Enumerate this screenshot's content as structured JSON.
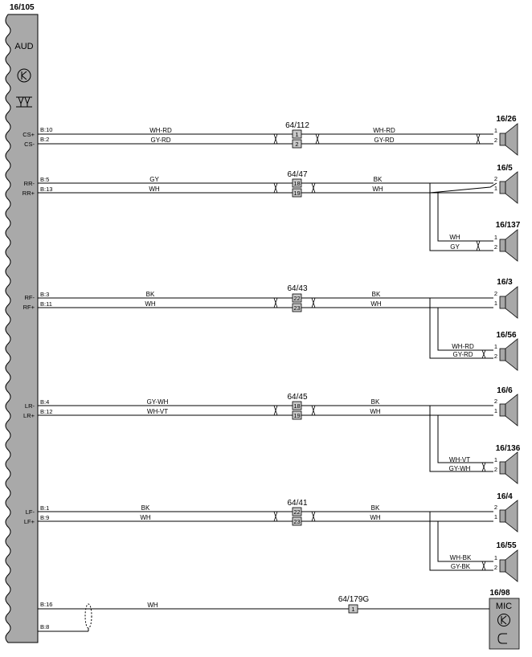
{
  "module": {
    "ref": "16/105",
    "name": "AUD",
    "signals": [
      "CS+",
      "CS-",
      "RR-",
      "RR+",
      "RF-",
      "RF+",
      "LR-",
      "LR+",
      "LF-",
      "LF+"
    ],
    "pins": [
      "B:10",
      "B:2",
      "B:5",
      "B:13",
      "B:3",
      "B:11",
      "B:4",
      "B:12",
      "B:1",
      "B:9",
      "B:16",
      "B:8"
    ]
  },
  "connectors": [
    {
      "ref": "64/112",
      "pins": [
        "1",
        "2"
      ]
    },
    {
      "ref": "64/47",
      "pins": [
        "18",
        "19"
      ]
    },
    {
      "ref": "64/43",
      "pins": [
        "22",
        "23"
      ]
    },
    {
      "ref": "64/45",
      "pins": [
        "18",
        "19"
      ]
    },
    {
      "ref": "64/41",
      "pins": [
        "22",
        "23"
      ]
    },
    {
      "ref": "64/179G",
      "pins": [
        "1"
      ]
    }
  ],
  "wire_colors_left": [
    "WH-RD",
    "GY-RD",
    "GY",
    "WH",
    "BK",
    "WH",
    "GY-WH",
    "WH-VT",
    "BK",
    "WH",
    "WH"
  ],
  "wire_colors_right": [
    "WH-RD",
    "GY-RD",
    "BK",
    "WH",
    "BK",
    "WH",
    "BK",
    "WH",
    "BK",
    "WH"
  ],
  "speakers": [
    {
      "ref": "16/26",
      "pins": [
        "1",
        "2"
      ]
    },
    {
      "ref": "16/5",
      "pins": [
        "2",
        "1"
      ]
    },
    {
      "ref": "16/137",
      "pins": [
        "1",
        "2"
      ],
      "wires": [
        "WH",
        "GY"
      ]
    },
    {
      "ref": "16/3",
      "pins": [
        "2",
        "1"
      ]
    },
    {
      "ref": "16/56",
      "pins": [
        "1",
        "2"
      ],
      "wires": [
        "WH-RD",
        "GY-RD"
      ]
    },
    {
      "ref": "16/6",
      "pins": [
        "2",
        "1"
      ]
    },
    {
      "ref": "16/136",
      "pins": [
        "1",
        "2"
      ],
      "wires": [
        "WH-VT",
        "GY-WH"
      ]
    },
    {
      "ref": "16/4",
      "pins": [
        "2",
        "1"
      ]
    },
    {
      "ref": "16/55",
      "pins": [
        "1",
        "2"
      ],
      "wires": [
        "WH-BK",
        "GY-BK"
      ]
    }
  ],
  "mic": {
    "ref": "16/98",
    "name": "MIC"
  }
}
